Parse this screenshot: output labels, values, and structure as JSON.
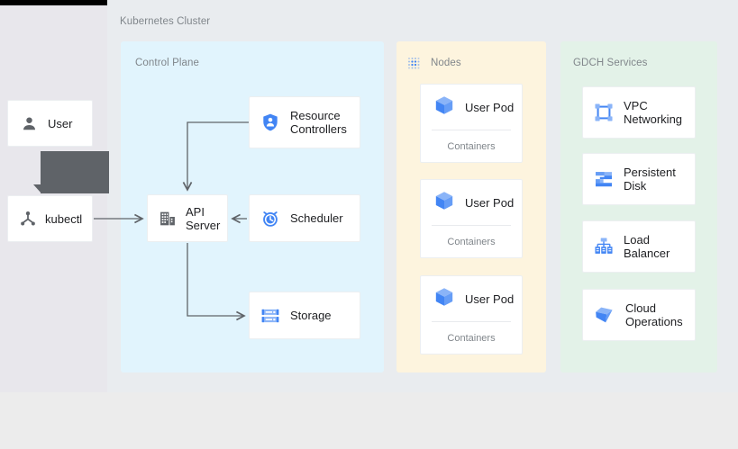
{
  "cluster": {
    "title": "Kubernetes Cluster"
  },
  "panels": {
    "control_plane": {
      "title": "Control Plane",
      "color": "#e1f4fd"
    },
    "nodes": {
      "title": "Nodes",
      "color": "#fdf4de",
      "icon": "dotted-grid-icon"
    },
    "gdch": {
      "title": "GDCH Services",
      "color": "#e3f2e8"
    }
  },
  "actors": [
    {
      "id": "user",
      "label": "User",
      "icon": "person-icon"
    },
    {
      "id": "kubectl",
      "label": "kubectl",
      "icon": "node-hierarchy-icon"
    }
  ],
  "tooltip": {
    "text": "",
    "color": "#5f6368"
  },
  "control_plane_nodes": [
    {
      "id": "resource-controllers",
      "label": "Resource\nControllers",
      "icon": "shield-person-icon"
    },
    {
      "id": "api-server",
      "label": "API\nServer",
      "icon": "building-icon"
    },
    {
      "id": "scheduler",
      "label": "Scheduler",
      "icon": "alarm-clock-icon"
    },
    {
      "id": "storage",
      "label": "Storage",
      "icon": "server-rack-icon"
    }
  ],
  "pods": [
    {
      "id": "pod-1",
      "label": "User Pod",
      "sublabel": "Containers",
      "icon": "cube-icon"
    },
    {
      "id": "pod-2",
      "label": "User Pod",
      "sublabel": "Containers",
      "icon": "cube-icon"
    },
    {
      "id": "pod-3",
      "label": "User Pod",
      "sublabel": "Containers",
      "icon": "cube-icon"
    }
  ],
  "services": [
    {
      "id": "vpc-networking",
      "label": "VPC\nNetworking",
      "icon": "vpc-network-icon"
    },
    {
      "id": "persistent-disk",
      "label": "Persistent\nDisk",
      "icon": "persistent-disk-icon"
    },
    {
      "id": "load-balancer",
      "label": "Load\nBalancer",
      "icon": "load-balancer-icon"
    },
    {
      "id": "cloud-operations",
      "label": "Cloud\nOperations",
      "icon": "cloud-operations-cube-icon"
    }
  ],
  "connections": [
    {
      "from": "kubectl",
      "to": "api-server"
    },
    {
      "from": "resource-controllers",
      "to": "api-server"
    },
    {
      "from": "scheduler",
      "to": "api-server"
    },
    {
      "from": "api-server",
      "to": "storage"
    }
  ],
  "colors": {
    "accent_blue": "#4285f4",
    "light_blue": "#8ab4f8",
    "icon_gray": "#5f6368",
    "text": "#202124",
    "muted_text": "#80868b",
    "wire": "#5f6368"
  }
}
